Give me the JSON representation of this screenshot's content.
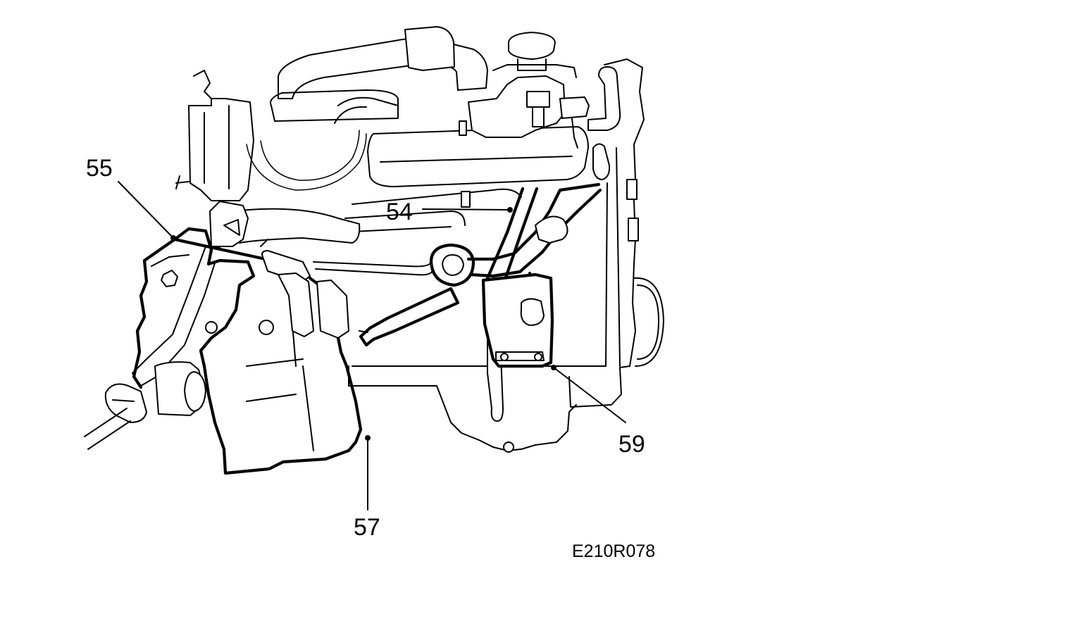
{
  "figure": {
    "reference_code": "E210R078"
  },
  "callouts": [
    {
      "id": "55",
      "label": "55"
    },
    {
      "id": "54",
      "label": "54"
    },
    {
      "id": "59",
      "label": "59"
    },
    {
      "id": "57",
      "label": "57"
    }
  ],
  "colors": {
    "line": "#000000",
    "background": "#ffffff"
  }
}
